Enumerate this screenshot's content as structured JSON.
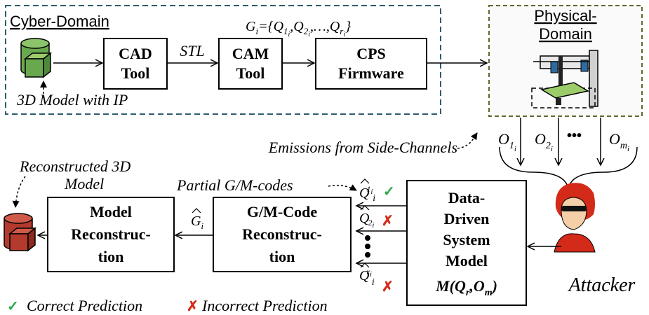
{
  "cyber": {
    "title": "Cyber-Domain",
    "model_caption": "3D Model with IP"
  },
  "physical": {
    "title_line1": "Physical-",
    "title_line2": "Domain"
  },
  "cad": {
    "line1": "CAD",
    "line2": "Tool"
  },
  "cam": {
    "line1": "CAM",
    "line2": "Tool"
  },
  "cps": {
    "line1": "CPS",
    "line2": "Firmware"
  },
  "stl_label": "STL",
  "gcode_set": {
    "prefix": "G",
    "sub": "i",
    "eq": "={Q",
    "q1sub": "1",
    "q1ssub": "i",
    "q2sub": "2",
    "q2ssub": "i",
    "dots": ",…,Q",
    "qrsub": "r",
    "qrssub": "i",
    "close": "}",
    "sep": ","
  },
  "emissions": {
    "label": "Emissions from Side-Channels",
    "o_symbol": "O",
    "o1_sub": "1",
    "o1_subsub": "i",
    "o2_sub": "2",
    "o2_subsub": "i",
    "om_sub": "m",
    "om_subsub": "i",
    "ellipsis": "•••"
  },
  "data_driven": {
    "line1": "Data-",
    "line2": "Driven",
    "line3": "System",
    "line4": "Model",
    "formula_prefix": "M(Q",
    "formula_r": "r",
    "formula_mid": ",O",
    "formula_m": "m",
    "formula_suffix": ")"
  },
  "gmcode": {
    "line1": "G/M-Code",
    "line2": "Reconstruc-",
    "line3": "tion"
  },
  "model_recon": {
    "line1": "Model",
    "line2": "Reconstruc-",
    "line3": "tion"
  },
  "partial_label": "Partial G/M-codes",
  "reconstructed_label": {
    "line1": "Reconstructed 3D",
    "line2": "Model"
  },
  "q_hat": {
    "symbol": "Q",
    "q1_sub": "1",
    "q1_subsub": "i",
    "q2_sub": "2",
    "q2_subsub": "i",
    "qr_sub": "r",
    "qr_subsub": "i",
    "i_sub": "i"
  },
  "g_hat": {
    "symbol": "G",
    "sub": "i"
  },
  "attacker_label": "Attacker",
  "legend": {
    "correct": "Correct Prediction",
    "incorrect": "Incorrect Prediction",
    "check": "✓",
    "cross": "✗"
  },
  "colors": {
    "cyber_border": "#2e5c6e",
    "physical_border": "#5b6b2e",
    "correct": "#2ea84a",
    "incorrect": "#d42a1a",
    "db_green": "#6aa84f",
    "db_red": "#b23b2e"
  }
}
